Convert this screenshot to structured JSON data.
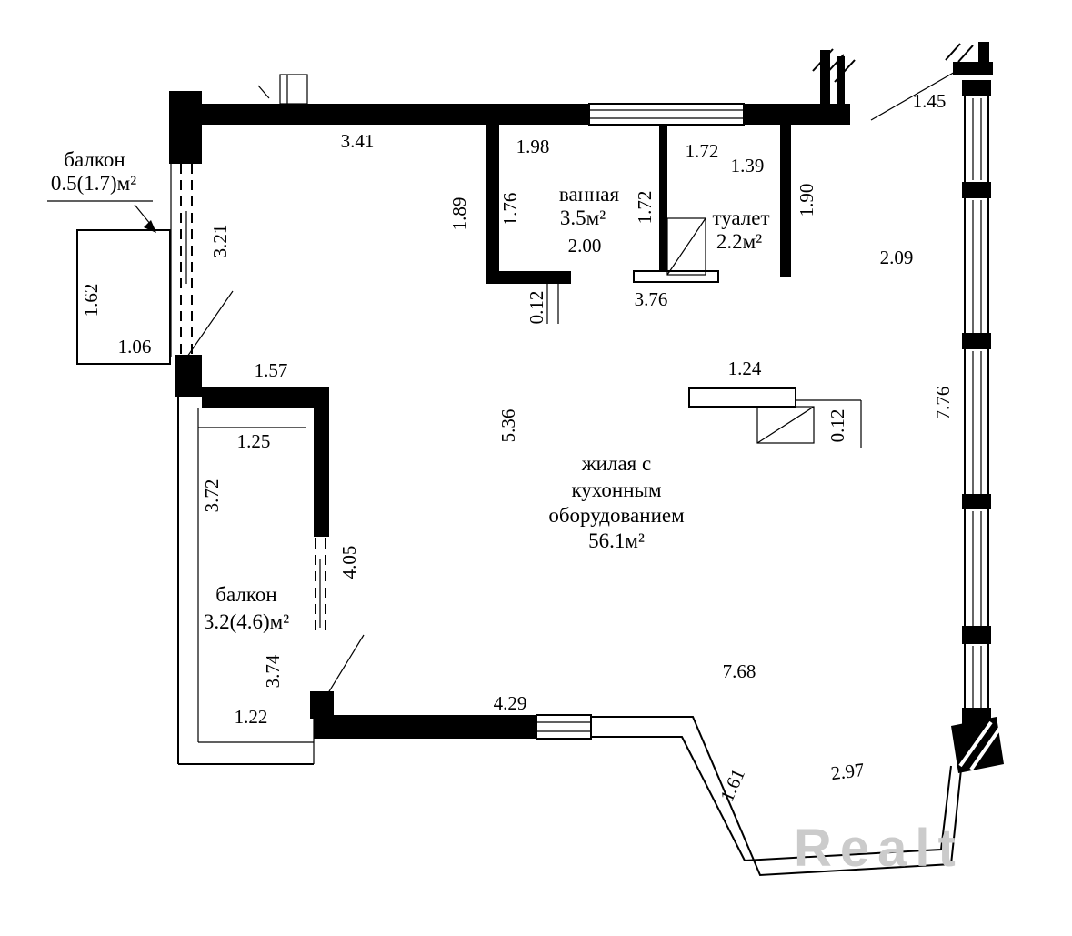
{
  "watermark": "Realt",
  "rooms": {
    "balcony_top": {
      "name": "балкон",
      "area": "0.5(1.7)м²"
    },
    "bathroom": {
      "name": "ванная",
      "area": "3.5м²"
    },
    "toilet": {
      "name": "туалет",
      "area": "2.2м²"
    },
    "living": {
      "line1": "жилая с",
      "line2": "кухонным",
      "line3": "оборудованием",
      "area": "56.1м²"
    },
    "balcony_bottom": {
      "name": "балкон",
      "area": "3.2(4.6)м²"
    }
  },
  "dims": {
    "top_wall": "3.41",
    "bath_window": "1.98",
    "toilet_width_top": "1.72",
    "after_toilet_top": "1.39",
    "corner_top_right": "1.45",
    "bath_left_outside": "1.89",
    "bath_left_inside": "1.76",
    "toilet_left": "1.72",
    "toilet_right": "1.90",
    "bath_width": "2.00",
    "bath_wall": "0.12",
    "toilet_bottom": "3.76",
    "right_upper": "2.09",
    "left_upper": "3.21",
    "balcony_top_side": "1.62",
    "balcony_top_width": "1.06",
    "hall_wall": "1.57",
    "partition": "1.24",
    "partition_wall": "0.12",
    "living_left": "5.36",
    "balcony_bottom_width_top": "1.25",
    "balcony_bottom_left": "3.72",
    "inner_wall": "4.05",
    "balcony_bottom_right": "3.74",
    "balcony_bottom_width": "1.22",
    "bottom_wall": "4.29",
    "living_bottom": "7.68",
    "diagonal": "1.61",
    "bottom_right": "2.97",
    "right_wall": "7.76"
  }
}
